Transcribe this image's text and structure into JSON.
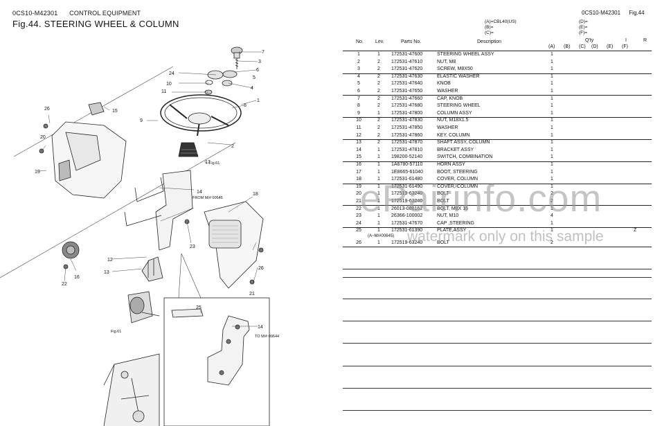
{
  "header": {
    "doc_code": "0CS10-M42301",
    "section": "CONTROL EQUIPMENT",
    "fig_title": "Fig.44.  STEERING WHEEL & COLUMN",
    "right_code": "0CS10-M42301",
    "right_fig": "Fig.44"
  },
  "legend": {
    "a": "(A)=CBL40(US)",
    "b": "(B)=",
    "c": "(C)=",
    "d": "(D)=",
    "e": "(E)=",
    "f": "(F)="
  },
  "table": {
    "headers": {
      "no": "No.",
      "lev": "Lev.",
      "part": "Parts No.",
      "desc": "Description",
      "qty": "Q'ty",
      "i": "I",
      "r": "R",
      "qa": "(A)",
      "qb": "(B)",
      "qc": "(C)",
      "qd": "(D)",
      "qe": "(E)",
      "qf": "(F)"
    },
    "rows": [
      {
        "no": "1",
        "lev": "1",
        "part": "172531-47600",
        "desc": "STEERING WHEEL ASSY",
        "qty": "1",
        "note": ""
      },
      {
        "no": "2",
        "lev": "2",
        "part": "172531-47610",
        "desc": "NUT, M8",
        "qty": "1",
        "note": ""
      },
      {
        "no": "3",
        "lev": "2",
        "part": "172531-47620",
        "desc": "SCREW, M8X50",
        "qty": "1",
        "note": ""
      },
      {
        "no": "4",
        "lev": "2",
        "part": "172531-47630",
        "desc": "ELASTIC WASHER",
        "qty": "1",
        "note": ""
      },
      {
        "no": "5",
        "lev": "2",
        "part": "172531-47640",
        "desc": "KNOB",
        "qty": "1",
        "note": ""
      },
      {
        "no": "6",
        "lev": "2",
        "part": "172531-47650",
        "desc": "WASHER",
        "qty": "1",
        "note": ""
      },
      {
        "no": "7",
        "lev": "2",
        "part": "172531-47660",
        "desc": "CAP, KNOB",
        "qty": "1",
        "note": ""
      },
      {
        "no": "8",
        "lev": "2",
        "part": "172531-47680",
        "desc": "STEERING WHEEL",
        "qty": "1",
        "note": ""
      },
      {
        "no": "9",
        "lev": "1",
        "part": "172531-47800",
        "desc": "COLUMN ASSY",
        "qty": "1",
        "note": ""
      },
      {
        "no": "10",
        "lev": "2",
        "part": "172531-47830",
        "desc": "NUT, M18X1.5",
        "qty": "1",
        "note": ""
      },
      {
        "no": "11",
        "lev": "2",
        "part": "172531-47850",
        "desc": "WASHER",
        "qty": "1",
        "note": ""
      },
      {
        "no": "12",
        "lev": "2",
        "part": "172531-47860",
        "desc": "KEY, COLUMN",
        "qty": "1",
        "note": ""
      },
      {
        "no": "13",
        "lev": "2",
        "part": "172531-47870",
        "desc": "SHAFT ASSY, COLUMN",
        "qty": "1",
        "note": ""
      },
      {
        "no": "14",
        "lev": "1",
        "part": "172531-47810",
        "desc": "BRACKET ASSY",
        "qty": "1",
        "note": ""
      },
      {
        "no": "15",
        "lev": "1",
        "part": "198200-52140",
        "desc": "SWITCH, COMBINATION",
        "qty": "1",
        "note": ""
      },
      {
        "no": "16",
        "lev": "1",
        "part": "1A6780-57110",
        "desc": "HORN ASSY",
        "qty": "1",
        "note": ""
      },
      {
        "no": "17",
        "lev": "1",
        "part": "1E8665-61040",
        "desc": "BOOT, STEERING",
        "qty": "1",
        "note": ""
      },
      {
        "no": "18",
        "lev": "1",
        "part": "172531-61480",
        "desc": "COVER, COLUMN",
        "qty": "1",
        "note": ""
      },
      {
        "no": "19",
        "lev": "1",
        "part": "172531-61490",
        "desc": "COVER, COLUMN",
        "qty": "1",
        "note": ""
      },
      {
        "no": "20",
        "lev": "1",
        "part": "172519-63240",
        "desc": "BOLT",
        "qty": "2",
        "note": ""
      },
      {
        "no": "21",
        "lev": "1",
        "part": "172519-63240",
        "desc": "BOLT",
        "qty": "2",
        "note": ""
      },
      {
        "no": "22",
        "lev": "1",
        "part": "26013-080162",
        "desc": "BOLT, M8X 16",
        "qty": "1",
        "note": ""
      },
      {
        "no": "23",
        "lev": "1",
        "part": "26366-100002",
        "desc": "NUT, M10",
        "qty": "4",
        "note": ""
      },
      {
        "no": "24",
        "lev": "1",
        "part": "172531-47670",
        "desc": "CAP ,STEERING",
        "qty": "1",
        "note": ""
      },
      {
        "no": "25",
        "lev": "1",
        "part": "172531-61390",
        "desc": "PLATE,ASSY",
        "qty": "1",
        "note": "Z"
      },
      {
        "no": "26",
        "lev": "1",
        "part": "172519-63240",
        "desc": "BOLT",
        "qty": "2",
        "note": ""
      }
    ],
    "row25_annotation": "(A~M/#00645)"
  },
  "diagram": {
    "callouts": [
      "1",
      "2",
      "3",
      "4",
      "5",
      "6",
      "7",
      "8",
      "9",
      "10",
      "11",
      "12",
      "13",
      "14",
      "15",
      "16",
      "17",
      "18",
      "19",
      "20",
      "21",
      "22",
      "23",
      "24",
      "25",
      "26"
    ],
    "fig_ref_1": "Fig.61",
    "fig_ref_2": "Fig.61",
    "from_serial": "FROM M/# 00645",
    "to_serial": "TO M/# 00644"
  },
  "watermark": {
    "main": "ePairinfo.com",
    "sub": "watermark only on this sample"
  }
}
